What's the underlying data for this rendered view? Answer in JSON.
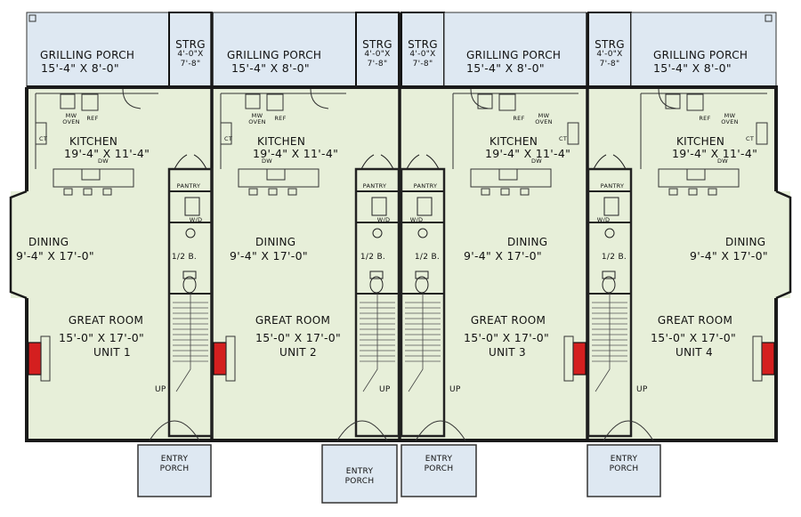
{
  "units": [
    {
      "porch": {
        "name": "GRILLING PORCH",
        "dim": "15'-4\" X 8'-0\""
      },
      "storage": {
        "name": "STRG",
        "dim1": "4'-0\"X",
        "dim2": "7'-8\""
      },
      "kitchen": {
        "name": "KITCHEN",
        "dim": "19'-4\" X 11'-4\""
      },
      "dining": {
        "name": "DINING",
        "dim": "9'-4\" X 17'-0\""
      },
      "great_room": {
        "name": "GREAT ROOM",
        "dim": "15'-0\" X 17'-0\""
      },
      "unit_label": "UNIT 1",
      "pantry": "PANTRY",
      "half_bath": "1/2 B.",
      "entry": [
        "ENTRY",
        "PORCH"
      ],
      "up": "UP",
      "appliances": {
        "mw": "MW",
        "oven": "OVEN",
        "ref": "REF",
        "dw": "DW",
        "ct": "CT",
        "wd": "W/D"
      }
    },
    {
      "porch": {
        "name": "GRILLING PORCH",
        "dim": "15'-4\" X 8'-0\""
      },
      "storage": {
        "name": "STRG",
        "dim1": "4'-0\"X",
        "dim2": "7'-8\""
      },
      "kitchen": {
        "name": "KITCHEN",
        "dim": "19'-4\" X 11'-4\""
      },
      "dining": {
        "name": "DINING",
        "dim": "9'-4\" X 17'-0\""
      },
      "great_room": {
        "name": "GREAT ROOM",
        "dim": "15'-0\" X 17'-0\""
      },
      "unit_label": "UNIT 2",
      "pantry": "PANTRY",
      "half_bath": "1/2 B.",
      "entry": [
        "ENTRY",
        "PORCH"
      ],
      "up": "UP",
      "appliances": {
        "mw": "MW",
        "oven": "OVEN",
        "ref": "REF",
        "dw": "DW",
        "ct": "CT",
        "wd": "W/D"
      }
    },
    {
      "porch": {
        "name": "GRILLING PORCH",
        "dim": "15'-4\" X 8'-0\""
      },
      "storage": {
        "name": "STRG",
        "dim1": "4'-0\"X",
        "dim2": "7'-8\""
      },
      "kitchen": {
        "name": "KITCHEN",
        "dim": "19'-4\" X 11'-4\""
      },
      "dining": {
        "name": "DINING",
        "dim": "9'-4\" X 17'-0\""
      },
      "great_room": {
        "name": "GREAT ROOM",
        "dim": "15'-0\" X 17'-0\""
      },
      "unit_label": "UNIT 3",
      "pantry": "PANTRY",
      "half_bath": "1/2 B.",
      "entry": [
        "ENTRY",
        "PORCH"
      ],
      "up": "UP",
      "appliances": {
        "mw": "MW",
        "oven": "OVEN",
        "ref": "REF",
        "dw": "DW",
        "ct": "CT",
        "wd": "W/D"
      }
    },
    {
      "porch": {
        "name": "GRILLING PORCH",
        "dim": "15'-4\" X 8'-0\""
      },
      "storage": {
        "name": "STRG",
        "dim1": "4'-0\"X",
        "dim2": "7'-8\""
      },
      "kitchen": {
        "name": "KITCHEN",
        "dim": "19'-4\" X 11'-4\""
      },
      "dining": {
        "name": "DINING",
        "dim": "9'-4\" X 17'-0\""
      },
      "great_room": {
        "name": "GREAT ROOM",
        "dim": "15'-0\" X 17'-0\""
      },
      "unit_label": "UNIT 4",
      "pantry": "PANTRY",
      "half_bath": "1/2 B.",
      "entry": [
        "ENTRY",
        "PORCH"
      ],
      "up": "UP",
      "appliances": {
        "mw": "MW",
        "oven": "OVEN",
        "ref": "REF",
        "dw": "DW",
        "ct": "CT",
        "wd": "W/D"
      }
    }
  ],
  "colors": {
    "floor": "#e7efd9",
    "porch": "#dee8f2",
    "wall": "#1a1a1a",
    "fireplace": "#d41f1f",
    "background": "#ffffff"
  }
}
